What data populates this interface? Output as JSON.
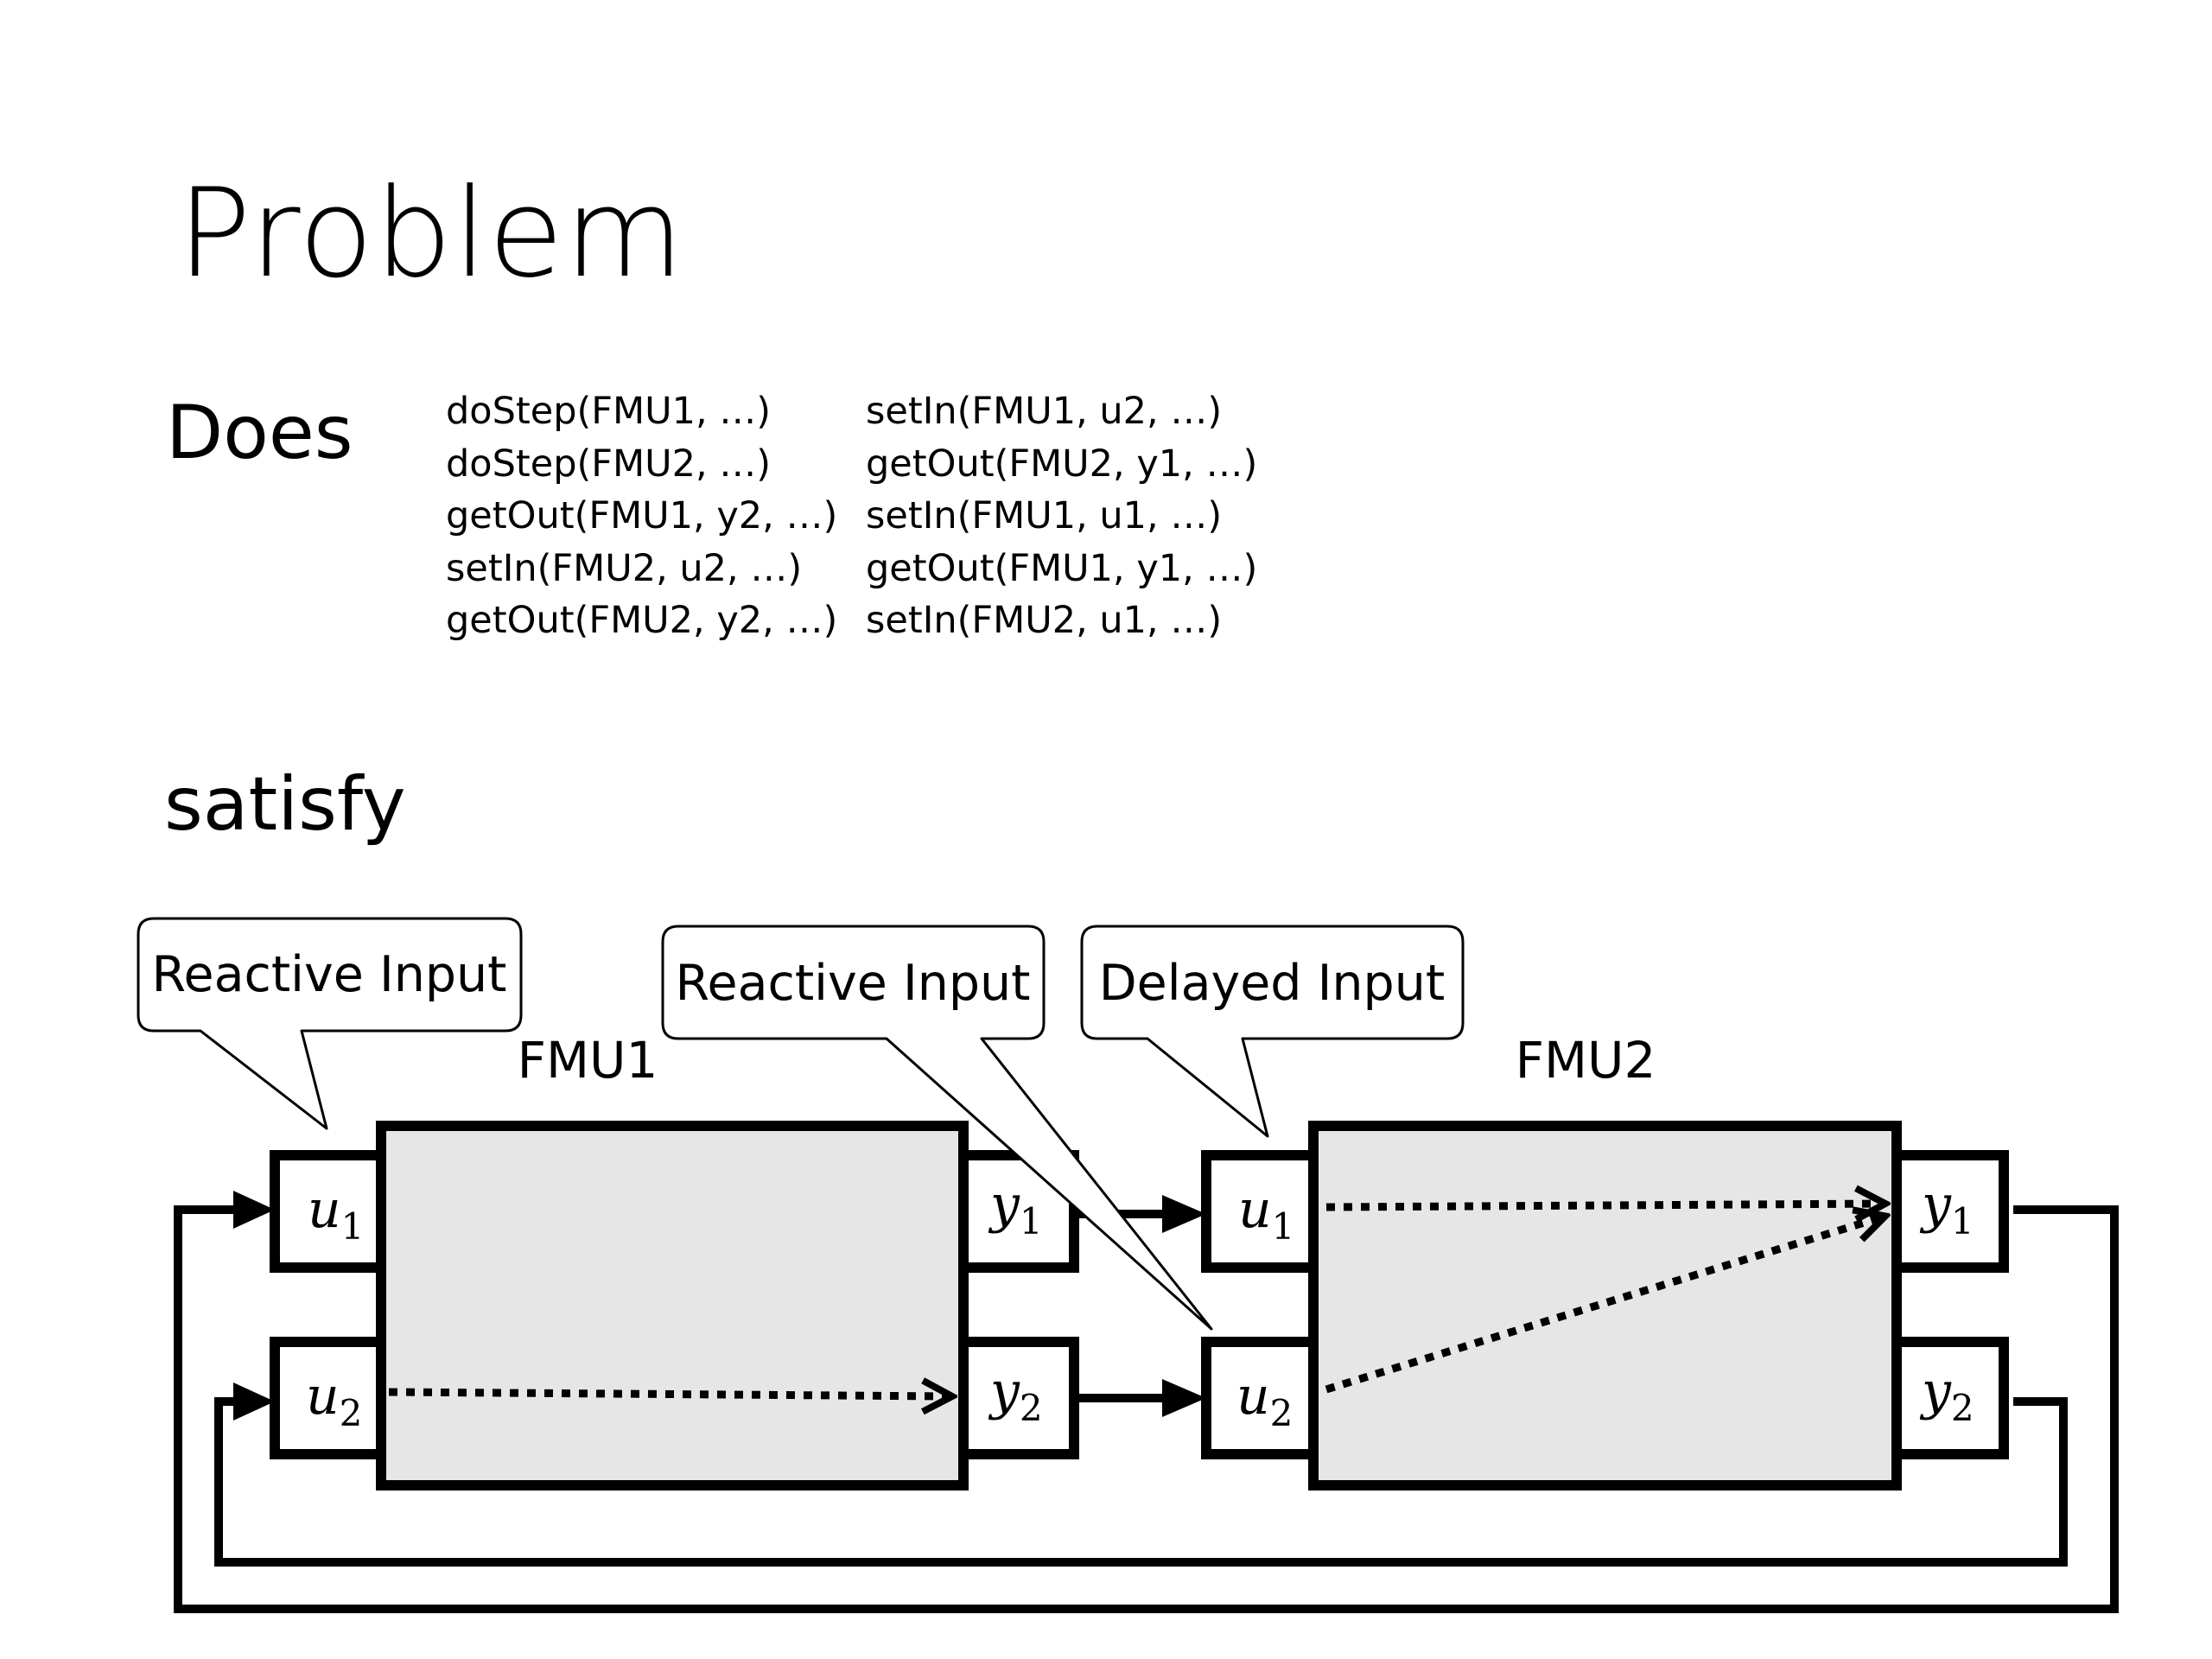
{
  "slide": {
    "title": "Problem",
    "does_label": "Does",
    "satisfy_label": "satisfy",
    "calls_col1": [
      "doStep(FMU1, …)",
      "doStep(FMU2, …)",
      "getOut(FMU1, y2, …)",
      "setIn(FMU2, u2, …)",
      "getOut(FMU2, y2, …)"
    ],
    "calls_col2": [
      "setIn(FMU1, u2, …)",
      "getOut(FMU2, y1, …)",
      "setIn(FMU1, u1, …)",
      "getOut(FMU1, y1, …)",
      "setIn(FMU2, u1, …)"
    ]
  },
  "diagram": {
    "fmu1_label": "FMU1",
    "fmu2_label": "FMU2",
    "callout_1": "Reactive Input",
    "callout_2": "Reactive Input",
    "callout_3": "Delayed Input",
    "ports": {
      "fmu1_u1": {
        "var": "u",
        "sub": "1"
      },
      "fmu1_u2": {
        "var": "u",
        "sub": "2"
      },
      "fmu1_y1": {
        "var": "y",
        "sub": "1"
      },
      "fmu1_y2": {
        "var": "y",
        "sub": "2"
      },
      "fmu2_u1": {
        "var": "u",
        "sub": "1"
      },
      "fmu2_u2": {
        "var": "u",
        "sub": "2"
      },
      "fmu2_y1": {
        "var": "y",
        "sub": "1"
      },
      "fmu2_y2": {
        "var": "y",
        "sub": "2"
      }
    },
    "colors": {
      "block_fill": "#e6e6e6",
      "stroke": "#000000"
    }
  }
}
